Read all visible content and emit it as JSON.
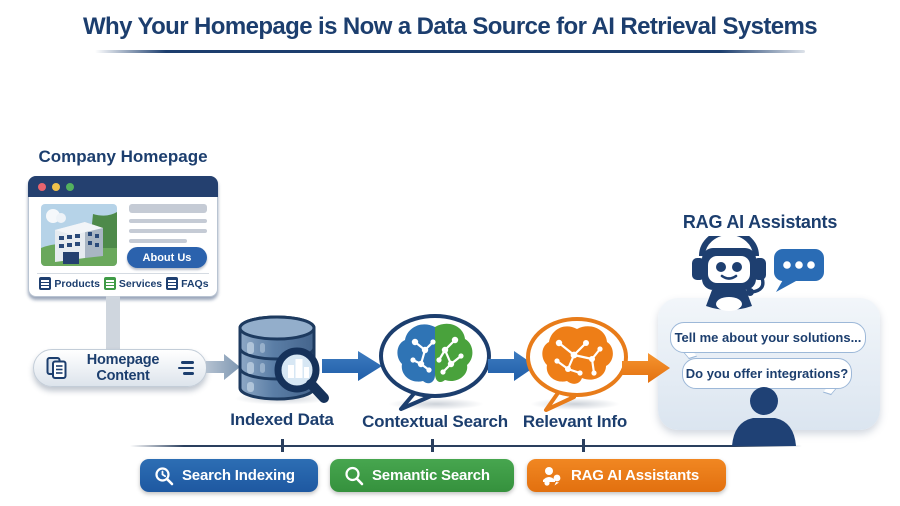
{
  "title": "Why Your Homepage is Now a Data Source for AI Retrieval Systems",
  "homepage": {
    "label": "Company Homepage",
    "about_button": "About Us",
    "nav_items": [
      {
        "label": "Products"
      },
      {
        "label": "Services"
      },
      {
        "label": "FAQs"
      }
    ]
  },
  "content_pill": {
    "label": "Homepage Content"
  },
  "stages": [
    {
      "label": "Indexed Data"
    },
    {
      "label": "Contextual Search"
    },
    {
      "label": "Relevant Info"
    }
  ],
  "assistant": {
    "heading": "RAG AI Assistants",
    "messages": [
      {
        "text": "Tell me about your solutions..."
      },
      {
        "text": "Do you offer integrations?"
      }
    ]
  },
  "legend_buttons": [
    {
      "label": "Search Indexing",
      "color": "#2263ac"
    },
    {
      "label": "Semantic Search",
      "color": "#3f9b46"
    },
    {
      "label": "RAG AI Assistants",
      "color": "#ee7c1b"
    }
  ],
  "colors": {
    "navy": "#1c3e6e",
    "blue_accent": "#2b6bb3",
    "green_accent": "#3f9b46",
    "orange_accent": "#ee7c1b",
    "panel_bg": "#e3ebf4"
  }
}
